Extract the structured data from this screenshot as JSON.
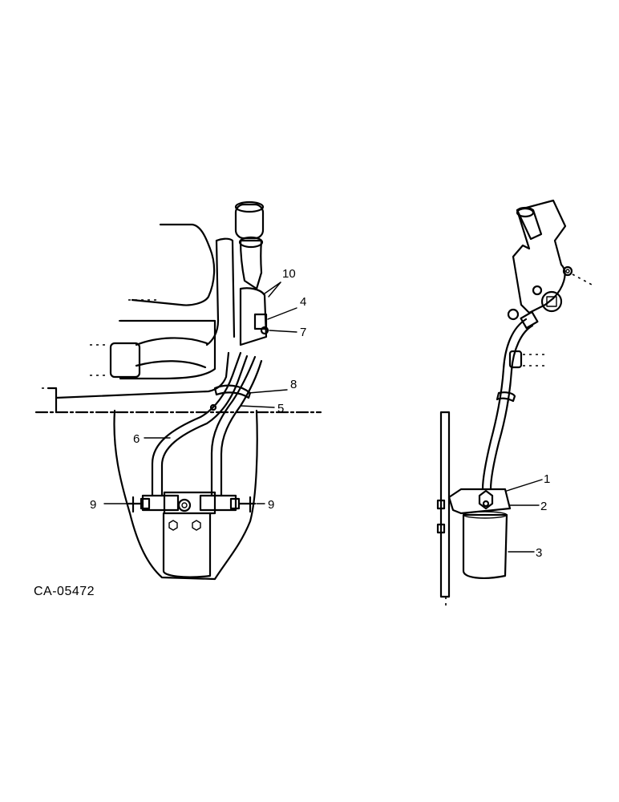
{
  "figure_code": "CA-05472",
  "callouts": {
    "left": {
      "c10": "10",
      "c4": "4",
      "c7": "7",
      "c8": "8",
      "c5": "5",
      "c6": "6",
      "c9a": "9",
      "c9b": "9"
    },
    "right": {
      "c1": "1",
      "c2": "2",
      "c3": "3"
    }
  }
}
